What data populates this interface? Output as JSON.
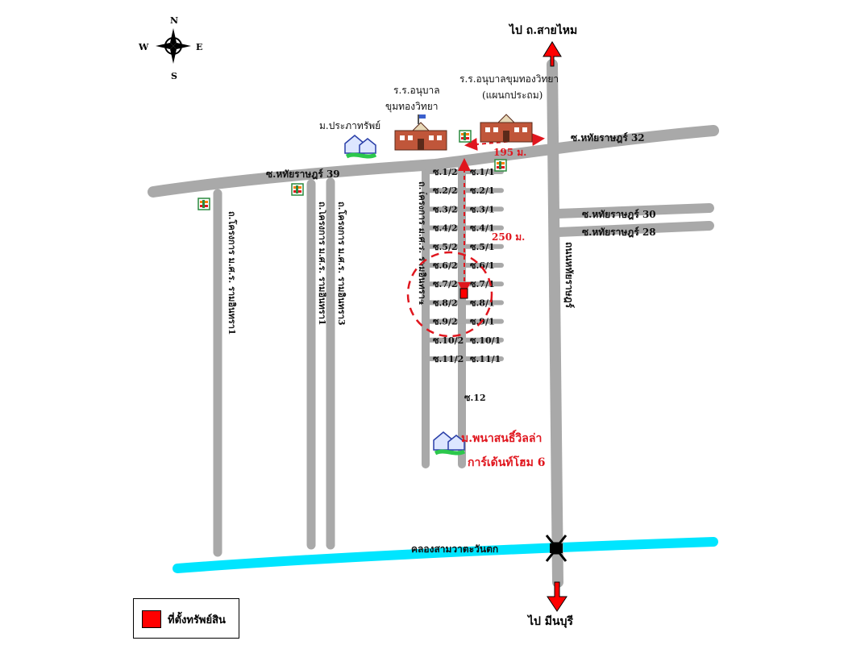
{
  "compass": {
    "n": "N",
    "s": "S",
    "e": "E",
    "w": "W"
  },
  "directions": {
    "north": "ไป ถ.สายไหม",
    "south": "ไป มีนบุรี"
  },
  "roads": {
    "main_east": "ซ.หทัยราษฎร์ 32",
    "main_west": "ซ.หทัยราษฎร์ 39",
    "soi30": "ซ.หทัยราษฎร์ 30",
    "soi28": "ซ.หทัยราษฎร์ 28",
    "v1": "ถ.โครงการ ม.ศ.ร. รามอินทรา1",
    "v2": "ถ.โครงการ ม.ศ.ร. รามอินทรา1",
    "v3": "ถ.โครงการ ม.ศ.ร. รามอินทรา3",
    "v4": "ถ.โครงการ ม.ศ.ร. รามอินทรา4",
    "main_vertical": "ถนนหทัยราษฎร์",
    "canal": "คลองสามวาตะวันตก"
  },
  "places": {
    "village1": "ม.ประภาทรัพย์",
    "school1_line1": "ร.ร.อนุบาล",
    "school1_line2": "ขุมทองวิทยา",
    "school2_line1": "ร.ร.อนุบาลขุมทองวิทยา",
    "school2_line2": "(แผนกประถม)",
    "village2_line1": "ม.พนาสนธิ์วิลล่า",
    "village2_line2": "การ์เด้นท์โฮม 6"
  },
  "distances": {
    "d1": "195 ม.",
    "d2": "250 ม."
  },
  "sois_left": [
    "ซ.1/2",
    "ซ.2/2",
    "ซ.3/2",
    "ซ.4/2",
    "ซ.5/2",
    "ซ.6/2",
    "ซ.7/2",
    "ซ.8/2",
    "ซ.9/2",
    "ซ.10/2",
    "ซ.11/2"
  ],
  "sois_right": [
    "ซ.1/1",
    "ซ.2/1",
    "ซ.3/1",
    "ซ.4/1",
    "ซ.5/1",
    "ซ.6/1",
    "ซ.7/1",
    "ซ.8/1",
    "ซ.9/1",
    "ซ.10/1",
    "ซ.11/1"
  ],
  "soi12": "ซ.12",
  "legend": {
    "label": "ที่ตั้งทรัพย์สิน"
  },
  "colors": {
    "road": "#a9a9a9",
    "canal": "#00e5ff",
    "marker": "#ff0000",
    "accent": "#e0161e"
  },
  "icons": [
    "compass-icon",
    "north-arrow-icon",
    "south-arrow-icon",
    "school-icon",
    "seven-eleven-icon",
    "house-icon",
    "bridge-icon",
    "property-marker-icon"
  ]
}
